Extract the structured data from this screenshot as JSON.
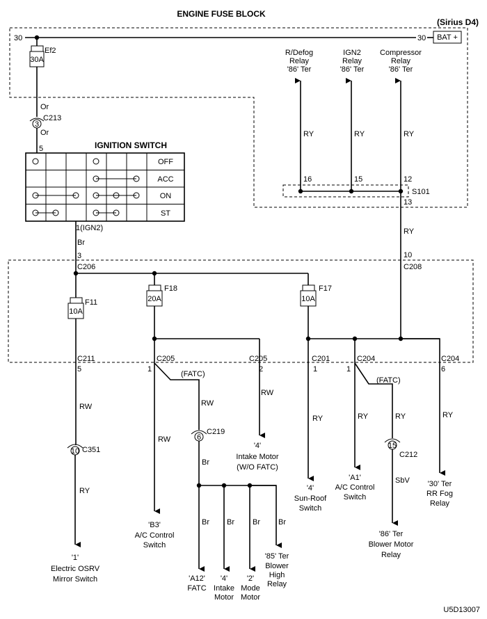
{
  "title": "ENGINE FUSE BLOCK",
  "model": "(Sirius D4)",
  "bat_label": "BAT +",
  "bus_left": "30",
  "bus_right": "30",
  "fuse_ef2": {
    "name": "Ef2",
    "rating": "30A"
  },
  "wire_or_1": "Or",
  "conn_c213": {
    "pin": "3",
    "name": "C213"
  },
  "wire_or_2": "Or",
  "ign_pin_top": "5",
  "ignition": {
    "title": "IGNITION SWITCH",
    "positions": [
      "OFF",
      "ACC",
      "ON",
      "ST"
    ],
    "output": "1(IGN2)"
  },
  "wire_br_ign": "Br",
  "c206": {
    "pin": "3",
    "name": "C206"
  },
  "fuse_f11": {
    "name": "F11",
    "rating": "10A"
  },
  "fuse_f18": {
    "name": "F18",
    "rating": "20A"
  },
  "fuse_f17": {
    "name": "F17",
    "rating": "10A"
  },
  "c208": {
    "pin": "10",
    "name": "C208"
  },
  "relays_top": [
    {
      "line1": "R/Defog",
      "line2": "Relay",
      "line3": "'86' Ter",
      "wire": "RY",
      "pin": "16"
    },
    {
      "line1": "IGN2",
      "line2": "Relay",
      "line3": "'86' Ter",
      "wire": "RY",
      "pin": "15"
    },
    {
      "line1": "Compressor",
      "line2": "Relay",
      "line3": "'86' Ter",
      "wire": "RY",
      "pin": "12"
    }
  ],
  "s101": {
    "name": "S101",
    "pin_out": "13",
    "wire": "RY"
  },
  "c211": {
    "name": "C211",
    "pin": "5",
    "wire": "RW"
  },
  "c351": {
    "pin": "10",
    "name": "C351",
    "wire": "RY"
  },
  "mirror": {
    "term": "'1'",
    "line1": "Electric OSRV",
    "line2": "Mirror Switch"
  },
  "c205_left": {
    "name": "C205",
    "pin": "1",
    "wire": "RW"
  },
  "c205_right": {
    "name": "C205",
    "pin": "2",
    "wire": "RW"
  },
  "fatc_left": "(FATC)",
  "fatc_left_wire": "RW",
  "c219": {
    "pin": "6",
    "name": "C219",
    "wire": "Br"
  },
  "intake_wo": {
    "term": "'4'",
    "line1": "Intake Motor",
    "line2": "(W/O FATC)"
  },
  "ac_b3": {
    "term": "'B3'",
    "line1": "A/C Control",
    "line2": "Switch"
  },
  "br_branches": [
    {
      "wire": "Br",
      "term": "'A12'",
      "line1": "FATC",
      "line2": "",
      "line3": ""
    },
    {
      "wire": "Br",
      "term": "'4'",
      "line1": "Intake",
      "line2": "Motor",
      "line3": ""
    },
    {
      "wire": "Br",
      "term": "'2'",
      "line1": "Mode",
      "line2": "Motor",
      "line3": ""
    },
    {
      "wire": "Br",
      "term": "'85' Ter",
      "line1": "Blower",
      "line2": "High",
      "line3": "Relay"
    }
  ],
  "c201": {
    "name": "C201",
    "pin": "1",
    "wire": "RY"
  },
  "sunroof": {
    "term": "'4'",
    "line1": "Sun-Roof",
    "line2": "Switch"
  },
  "c204_left": {
    "name": "C204",
    "pin": "1",
    "wire": "RY"
  },
  "ac_a1": {
    "term": "'A1'",
    "line1": "A/C Control",
    "line2": "Switch"
  },
  "fatc_right": "(FATC)",
  "fatc_right_wire": "RY",
  "c212": {
    "pin": "15",
    "name": "C212",
    "wire": "SbV"
  },
  "blower_relay": {
    "term": "'86' Ter",
    "line1": "Blower Motor",
    "line2": "Relay"
  },
  "c204_right": {
    "name": "C204",
    "pin": "6",
    "wire": "RY"
  },
  "rr_fog": {
    "term": "'30' Ter",
    "line1": "RR Fog",
    "line2": "Relay"
  },
  "code": "U5D13007"
}
